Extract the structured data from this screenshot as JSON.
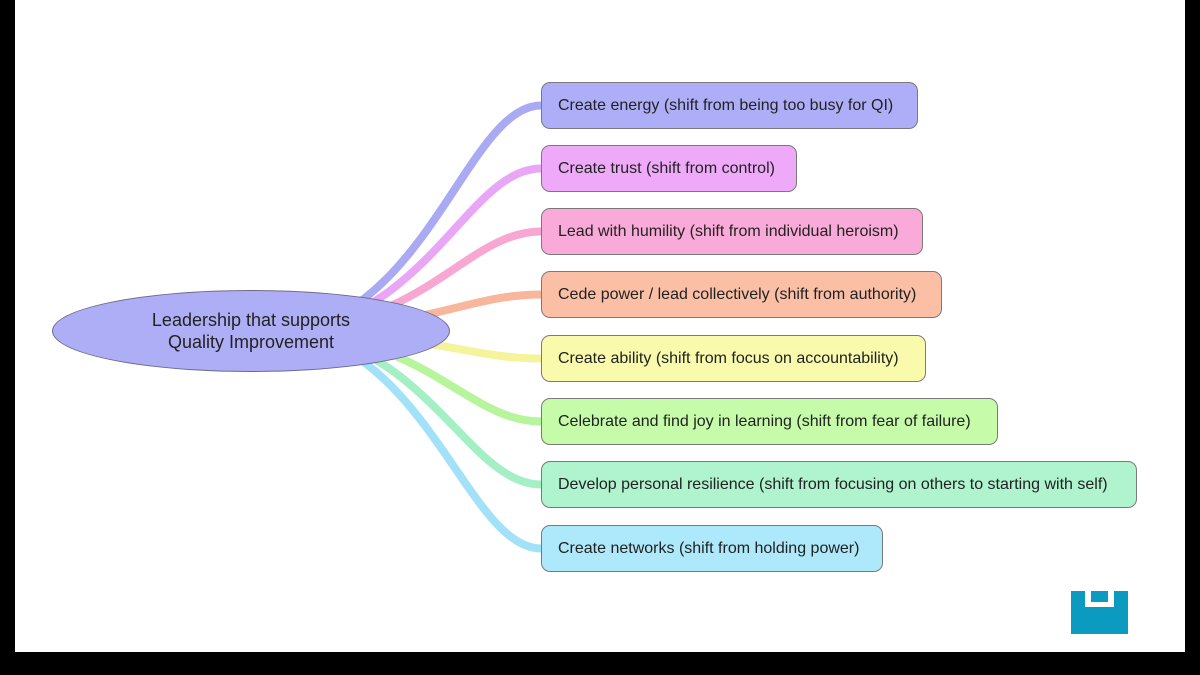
{
  "root": {
    "label": "Leadership that supports Quality Improvement",
    "color": "#aeaef6"
  },
  "branches": [
    {
      "label": "Create energy (shift from being too busy for QI)",
      "fill": "#aeaef8",
      "line": "#aaaaf4"
    },
    {
      "label": "Create trust (shift from control)",
      "fill": "#eeaaf8",
      "line": "#e9a6f7"
    },
    {
      "label": "Lead with humility (shift from individual heroism)",
      "fill": "#faaad8",
      "line": "#f8a6d2"
    },
    {
      "label": "Cede power / lead collectively (shift from authority)",
      "fill": "#fbbfa6",
      "line": "#f8b69c"
    },
    {
      "label": "Create ability (shift from focus on accountability)",
      "fill": "#fafaac",
      "line": "#f4f49c"
    },
    {
      "label": "Celebrate and find joy in learning (shift from fear of failure)",
      "fill": "#c6fbaa",
      "line": "#b6f59c"
    },
    {
      "label": "Develop personal resilience (shift from focusing on others to starting with self)",
      "fill": "#aff3cf",
      "line": "#a4efc4"
    },
    {
      "label": "Create networks (shift from holding power)",
      "fill": "#ade8fb",
      "line": "#a2e1f8"
    }
  ],
  "logo": {
    "color": "#0b9bc1",
    "icon": "logo-icon"
  }
}
